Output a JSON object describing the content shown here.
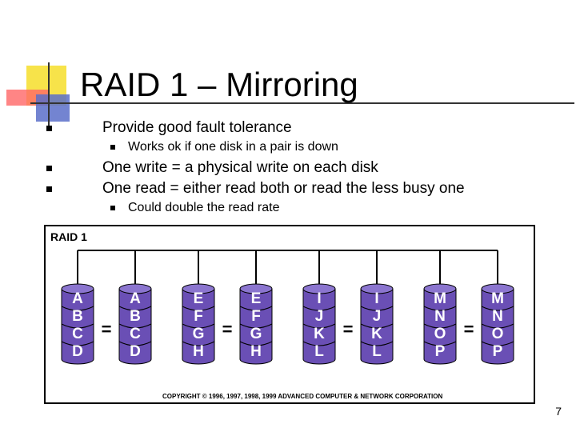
{
  "slide": {
    "title": "RAID 1 – Mirroring",
    "bullets": [
      {
        "level": 1,
        "text": "Provide good fault tolerance"
      },
      {
        "level": 2,
        "text": "Works ok if one disk in a pair is down"
      },
      {
        "level": 1,
        "text": "One write = a physical write on each disk"
      },
      {
        "level": 1,
        "text": "One read = either read both or read the less busy one"
      },
      {
        "level": 2,
        "text": "Could double the read rate"
      }
    ],
    "page_number": "7"
  },
  "diagram": {
    "label": "RAID 1",
    "copyright": "COPYRIGHT © 1996, 1997, 1998, 1999 ADVANCED COMPUTER & NETWORK CORPORATION",
    "equals": "=",
    "disks": [
      [
        "A",
        "B",
        "C",
        "D"
      ],
      [
        "A",
        "B",
        "C",
        "D"
      ],
      [
        "E",
        "F",
        "G",
        "H"
      ],
      [
        "E",
        "F",
        "G",
        "H"
      ],
      [
        "I",
        "J",
        "K",
        "L"
      ],
      [
        "I",
        "J",
        "K",
        "L"
      ],
      [
        "M",
        "N",
        "O",
        "P"
      ],
      [
        "M",
        "N",
        "O",
        "P"
      ]
    ],
    "colors": {
      "disk": "#6a4fb5",
      "disk_light": "#8b75cf",
      "letters": "#ffffff",
      "text": "#000000"
    }
  }
}
